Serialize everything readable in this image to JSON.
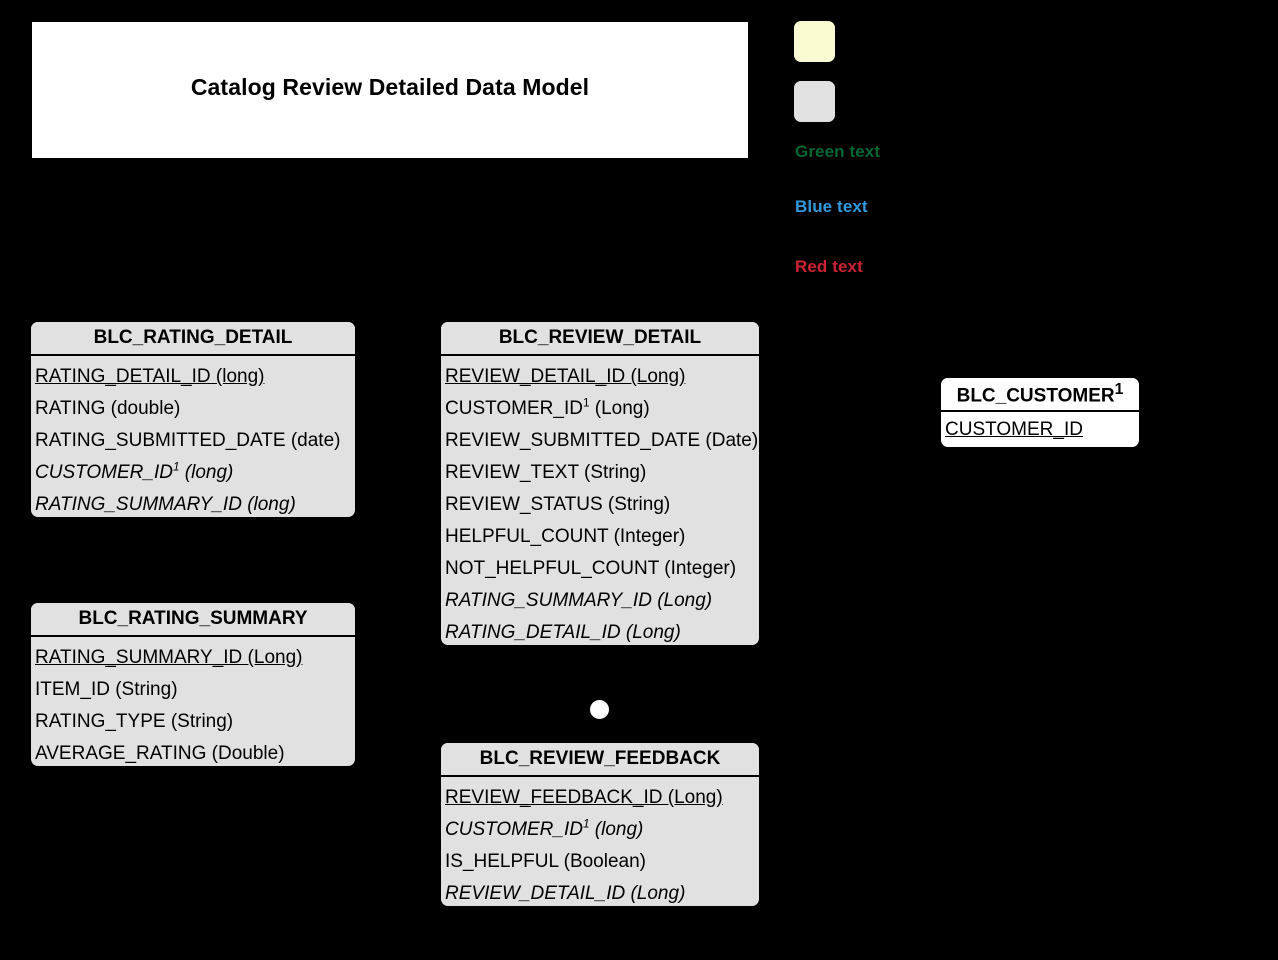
{
  "canvas": {
    "background": "#000000"
  },
  "title": {
    "text": "Catalog Review Detailed Data Model"
  },
  "legend": {
    "items": [
      {
        "kind": "swatch",
        "name": "yellow-swatch",
        "color": "#fafad2",
        "label": ""
      },
      {
        "kind": "swatch",
        "name": "gray-swatch",
        "color": "#e1e1e1",
        "label": ""
      },
      {
        "kind": "text",
        "name": "green-text-legend",
        "color": "#006633",
        "label": "Green text"
      },
      {
        "kind": "text",
        "name": "blue-text-legend",
        "color": "#3399dd",
        "label": "Blue text"
      },
      {
        "kind": "text",
        "name": "red-text-legend",
        "color": "#cc2233",
        "label": "Red text"
      }
    ]
  },
  "entities": {
    "rating_detail": {
      "name": "BLC_RATING_DETAIL",
      "fields": [
        {
          "text": "RATING_DETAIL_ID (long)",
          "pk": true,
          "fk": false,
          "sup": ""
        },
        {
          "text": "RATING (double)",
          "pk": false,
          "fk": false,
          "sup": ""
        },
        {
          "text": "RATING_SUBMITTED_DATE (date)",
          "pk": false,
          "fk": false,
          "sup": ""
        },
        {
          "text": "CUSTOMER_ID",
          "pk": false,
          "fk": true,
          "sup": "1",
          "suffix": " (long)"
        },
        {
          "text": "RATING_SUMMARY_ID (long)",
          "pk": false,
          "fk": true,
          "sup": ""
        }
      ]
    },
    "review_detail": {
      "name": "BLC_REVIEW_DETAIL",
      "fields": [
        {
          "text": "REVIEW_DETAIL_ID (Long)",
          "pk": true,
          "fk": false,
          "sup": ""
        },
        {
          "text": "CUSTOMER_ID",
          "pk": false,
          "fk": false,
          "sup": "1",
          "suffix": " (Long)"
        },
        {
          "text": "REVIEW_SUBMITTED_DATE (Date)",
          "pk": false,
          "fk": false,
          "sup": ""
        },
        {
          "text": "REVIEW_TEXT (String)",
          "pk": false,
          "fk": false,
          "sup": ""
        },
        {
          "text": "REVIEW_STATUS (String)",
          "pk": false,
          "fk": false,
          "sup": ""
        },
        {
          "text": "HELPFUL_COUNT (Integer)",
          "pk": false,
          "fk": false,
          "sup": ""
        },
        {
          "text": "NOT_HELPFUL_COUNT (Integer)",
          "pk": false,
          "fk": false,
          "sup": ""
        },
        {
          "text": "RATING_SUMMARY_ID (Long)",
          "pk": false,
          "fk": true,
          "sup": ""
        },
        {
          "text": "RATING_DETAIL_ID (Long)",
          "pk": false,
          "fk": true,
          "sup": ""
        }
      ]
    },
    "rating_summary": {
      "name": "BLC_RATING_SUMMARY",
      "fields": [
        {
          "text": "RATING_SUMMARY_ID (Long)",
          "pk": true,
          "fk": false,
          "sup": ""
        },
        {
          "text": "ITEM_ID (String)",
          "pk": false,
          "fk": false,
          "sup": ""
        },
        {
          "text": "RATING_TYPE (String)",
          "pk": false,
          "fk": false,
          "sup": ""
        },
        {
          "text": "AVERAGE_RATING (Double)",
          "pk": false,
          "fk": false,
          "sup": ""
        }
      ]
    },
    "review_feedback": {
      "name": "BLC_REVIEW_FEEDBACK",
      "fields": [
        {
          "text": "REVIEW_FEEDBACK_ID (Long)",
          "pk": true,
          "fk": false,
          "sup": ""
        },
        {
          "text": "CUSTOMER_ID",
          "pk": false,
          "fk": true,
          "sup": "1",
          "suffix": " (long)"
        },
        {
          "text": "IS_HELPFUL (Boolean)",
          "pk": false,
          "fk": false,
          "sup": ""
        },
        {
          "text": "REVIEW_DETAIL_ID (Long)",
          "pk": false,
          "fk": true,
          "sup": ""
        }
      ]
    },
    "customer": {
      "name": "BLC_CUSTOMER",
      "name_sup": "1",
      "fields": [
        {
          "text": "CUSTOMER_ID",
          "pk": true,
          "fk": false,
          "sup": ""
        }
      ]
    }
  }
}
